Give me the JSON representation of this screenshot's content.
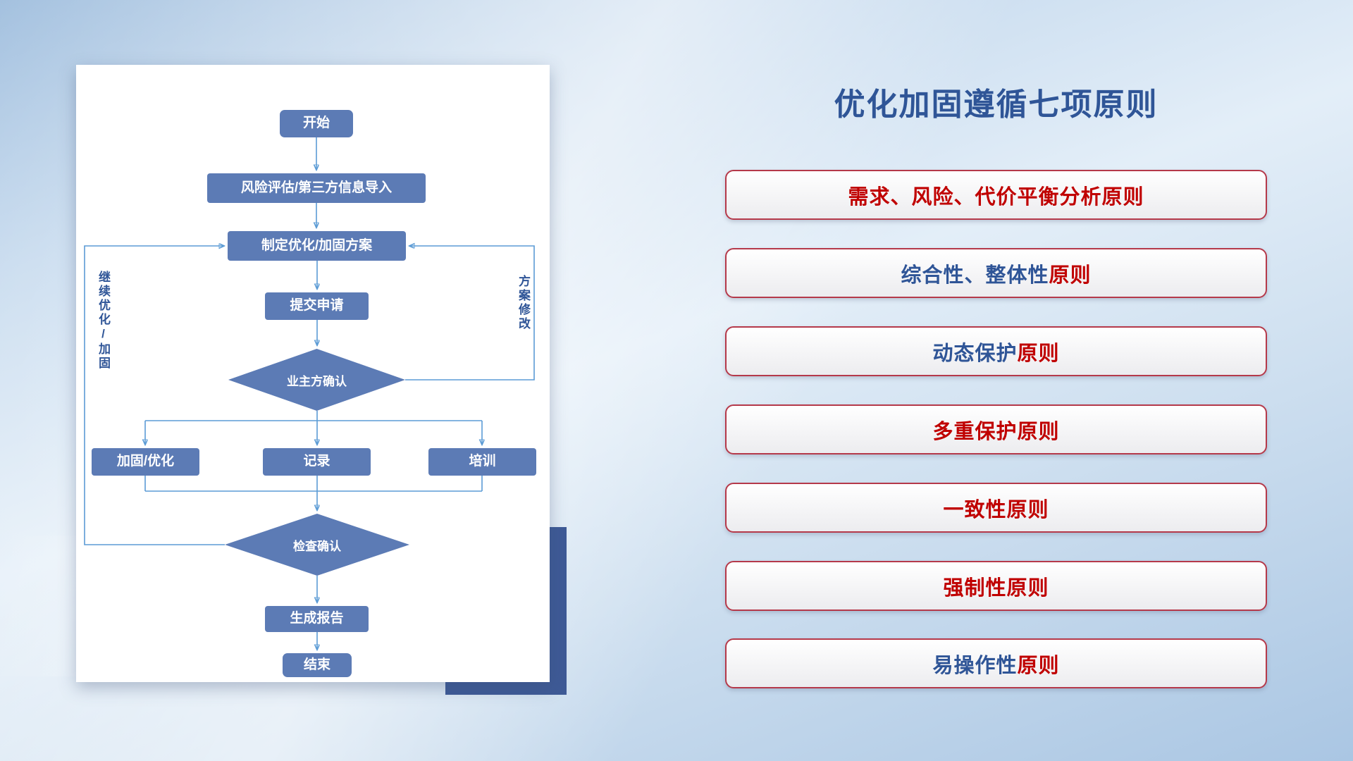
{
  "colors": {
    "red": "#C00000",
    "blue": "#2F5597",
    "node": "#5C7BB5",
    "line": "#5B9BD5",
    "box_border": "#B5394A",
    "accent_rect": "#3E5A96"
  },
  "title": {
    "text": "优化加固遵循七项原则"
  },
  "flowchart": {
    "nodes": {
      "start": "开始",
      "risk": "风险评估/第三方信息导入",
      "plan": "制定优化/加固方案",
      "submit": "提交申请",
      "owner_confirm": "业主方确认",
      "reinforce": "加固/优化",
      "record": "记录",
      "training": "培训",
      "check_confirm": "检查确认",
      "report": "生成报告",
      "end": "结束"
    },
    "labels": {
      "left_loop": "继续优化/加固",
      "right_loop": "方案修改"
    }
  },
  "principles": {
    "items": [
      {
        "segments": [
          {
            "text": "需求、风险、代价平衡分析原则",
            "color": "#C00000"
          }
        ]
      },
      {
        "segments": [
          {
            "text": "综合性、整体性",
            "color": "#2F5597"
          },
          {
            "text": "原则",
            "color": "#C00000"
          }
        ]
      },
      {
        "segments": [
          {
            "text": "动态保护",
            "color": "#2F5597"
          },
          {
            "text": "原则",
            "color": "#C00000"
          }
        ]
      },
      {
        "segments": [
          {
            "text": "多重保护原则",
            "color": "#C00000"
          }
        ]
      },
      {
        "segments": [
          {
            "text": "一致性原则",
            "color": "#C00000"
          }
        ]
      },
      {
        "segments": [
          {
            "text": "强制性原则",
            "color": "#C00000"
          }
        ]
      },
      {
        "segments": [
          {
            "text": "易操作性",
            "color": "#2F5597"
          },
          {
            "text": "原则",
            "color": "#C00000"
          }
        ]
      }
    ]
  }
}
